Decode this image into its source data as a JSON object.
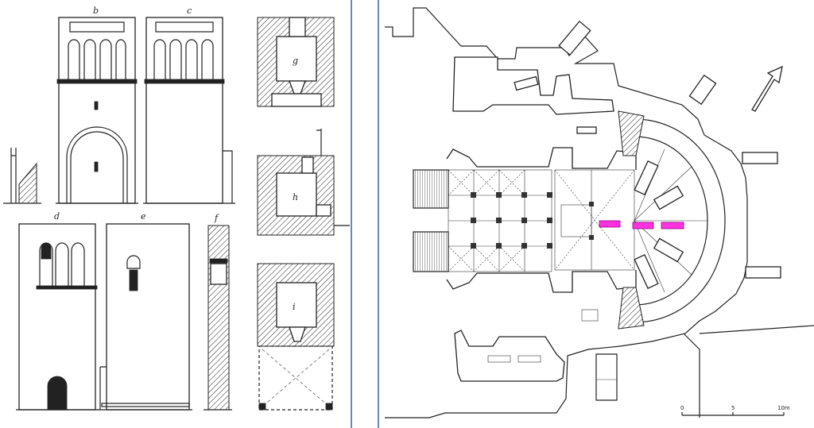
{
  "labels": {
    "b": "b",
    "c": "c",
    "d": "d",
    "e": "e",
    "f": "f",
    "g": "g",
    "h": "h",
    "i": "i"
  },
  "scale_bar": {
    "ticks": [
      "0",
      "5",
      "10m"
    ]
  },
  "colors": {
    "marker": "#ff33dd",
    "divider": "#3d5fa8",
    "ink": "#222222"
  },
  "icons": {
    "north": "north-arrow-icon"
  }
}
